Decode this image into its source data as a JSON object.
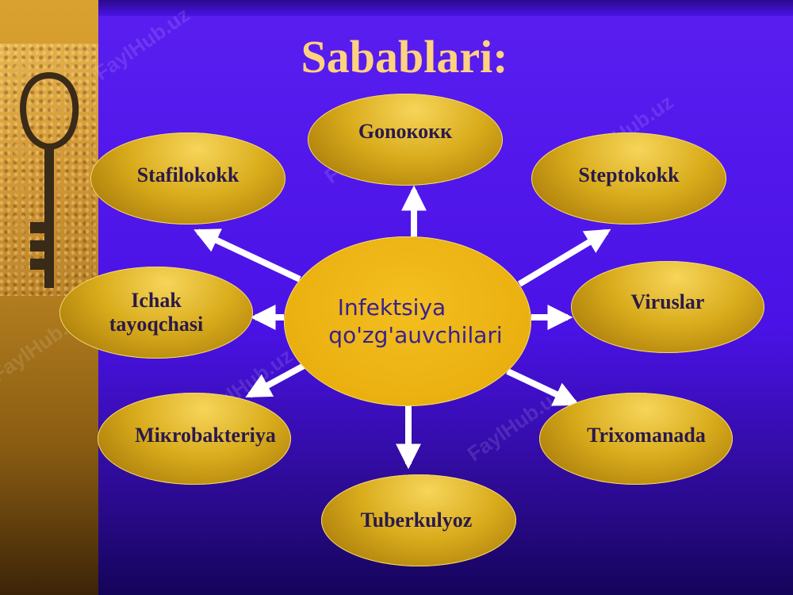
{
  "slide": {
    "title": "Sabablari:",
    "center": [
      "Infektsiya",
      "qo'zg'auvchilari"
    ],
    "causes": {
      "gonokokk": "Gonoкокк",
      "stafilokokk": "Stafilokokk",
      "steptokokk": "Steptokokk",
      "ichak": [
        "Ichak",
        "tayoqchasi"
      ],
      "viruslar": "Viruslar",
      "mikrobakteriya": "Mікrobakteriya",
      "trixomanada": "Trixomanada",
      "tuberkulyoz": "Tuberkulyoz"
    },
    "watermark": "FaylHub.uz"
  },
  "colors": {
    "background": "#4a12e6",
    "title": "#ffd27f",
    "node_fill": "#d9ac1c",
    "center_fill": "#eab010",
    "arrow": "#ffffff"
  }
}
